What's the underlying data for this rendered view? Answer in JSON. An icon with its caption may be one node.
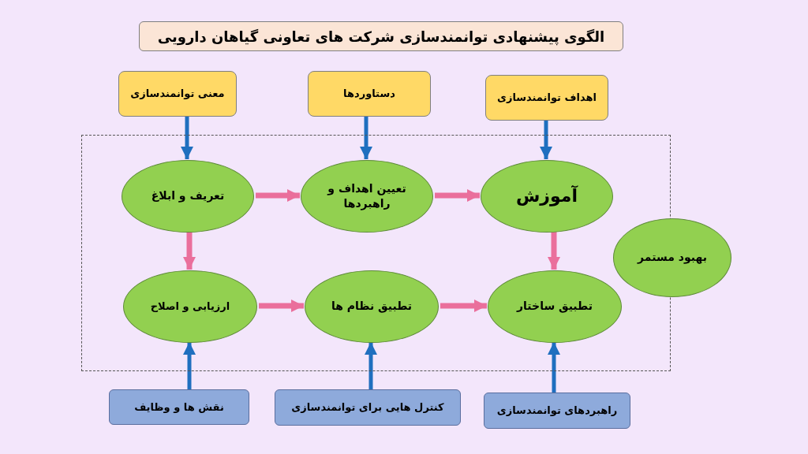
{
  "diagram": {
    "title": "الگوی پیشنهادی توانمندسازی شرکت های تعاونی گیاهان دارویی",
    "nodes": [
      {
        "text": [],
        "shape": "box"
      },
      {
        "text": [
          "معنی توانمندسازی"
        ]
      },
      {
        "text": [
          "دستاوردها"
        ]
      },
      {
        "text": [
          "اهداف توانمندسازی"
        ]
      },
      {
        "text": [
          "تعریف و ابلاغ"
        ],
        "in": 0
      },
      {
        "text": [
          "تعیین اهداف و راهبردها"
        ],
        "in": 0
      },
      {
        "text": [
          "آموزش"
        ],
        "in": 0
      },
      {
        "text": [
          "بهبود مستمر"
        ]
      },
      {
        "text": [
          "ارزیابی و اصلاح"
        ],
        "in": 0
      },
      {
        "text": [
          "تطبیق نظام ها"
        ],
        "in": 0
      },
      {
        "text": [
          "تطبیق ساختار"
        ],
        "in": 0
      },
      {
        "text": [
          "نقش ها و وظایف"
        ]
      },
      {
        "text": [
          "کنترل هایی برای توانمندسازی"
        ]
      },
      {
        "text": [
          "راهبردهای توانمندسازی"
        ]
      }
    ],
    "edges": [
      {
        "from": 1,
        "to": 4,
        "arrow": "to"
      },
      {
        "from": 2,
        "to": 5,
        "arrow": "to"
      },
      {
        "from": 3,
        "to": 6,
        "arrow": "to"
      },
      {
        "from": 4,
        "to": 5,
        "arrow": "to",
        "color": "#ea6f9c"
      },
      {
        "from": 5,
        "to": 6,
        "arrow": "to",
        "color": "#ea6f9c"
      },
      {
        "from": 4,
        "to": 8,
        "arrow": "to",
        "color": "#ea6f9c"
      },
      {
        "from": 6,
        "to": 10,
        "arrow": "to",
        "color": "#ea6f9c"
      },
      {
        "from": 8,
        "to": 9,
        "arrow": "to",
        "color": "#ea6f9c"
      },
      {
        "from": 9,
        "to": 10,
        "arrow": "to",
        "color": "#ea6f9c"
      },
      {
        "from": 11,
        "to": 8,
        "arrow": "to"
      },
      {
        "from": 12,
        "to": 9,
        "arrow": "to"
      },
      {
        "from": 13,
        "to": 10,
        "arrow": "to"
      }
    ]
  }
}
